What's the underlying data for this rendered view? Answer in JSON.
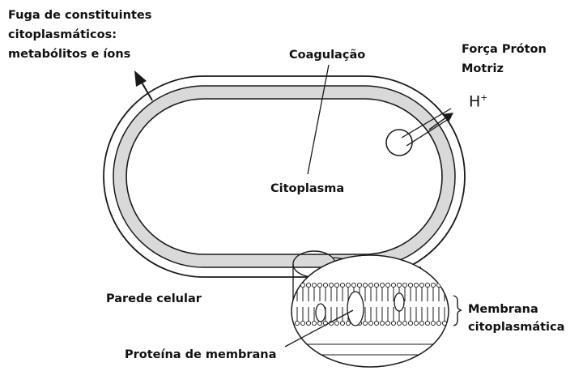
{
  "labels": {
    "fuga_line1": "Fuga de constituintes",
    "fuga_line2": "citoplasmáticos:",
    "fuga_line3": "metabólitos e íons",
    "coagulacao": "Coagulação",
    "forca_line1": "Força Próton",
    "forca_line2": "Motriz",
    "h_symbol": "H",
    "h_charge": "+",
    "citoplasma": "Citoplasma",
    "parede_celular": "Parede celular",
    "membrana_line1": "Membrana",
    "membrana_line2": "citoplasmática",
    "proteina": "Proteína de membrana"
  },
  "colors": {
    "stroke": "#1a1a1a",
    "membrane_band": "#d9d9d9",
    "background": "#ffffff"
  }
}
